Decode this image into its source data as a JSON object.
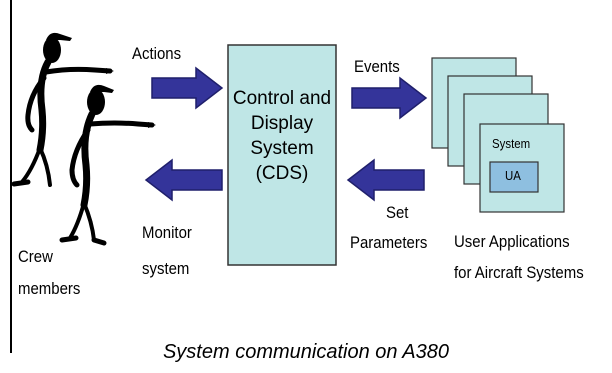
{
  "diagram": {
    "actors_label_line1": "Crew",
    "actors_label_line2": "members",
    "actions_label": "Actions",
    "monitor_label_line1": "Monitor",
    "monitor_label_line2": "system",
    "cds": {
      "line1": "Control and",
      "line2": "Display",
      "line3": "System",
      "line4": "(CDS)"
    },
    "events_label": "Events",
    "set_label_line1": "Set",
    "set_label_line2": "Parameters",
    "ua_card_title": "System",
    "ua_card_inner": "UA",
    "ua_label_line1": "User Applications",
    "ua_label_line2": "for Aircraft Systems"
  },
  "caption": "System communication on A380",
  "colors": {
    "arrow": "#34349a",
    "box_fill": "#bfe6e6",
    "box_border": "#333333",
    "ua_inner_fill": "#8ebfe0"
  }
}
